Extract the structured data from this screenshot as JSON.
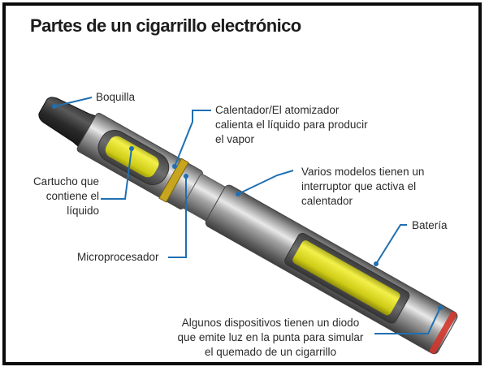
{
  "title": "Partes de un cigarrillo electrónico",
  "labels": {
    "boquilla": "Boquilla",
    "calentador": "Calentador/El atomizador\ncalienta el líquido para producir\nel vapor",
    "cartucho": "Cartucho que\ncontiene el\nlíquido",
    "interruptor": "Varios modelos tienen un\ninterruptor que activa el\ncalentador",
    "bateria": "Batería",
    "microprocesador": "Microprocesador",
    "diodo": "Algunos dispositivos tienen un diodo\nque emite luz en la punta para simular\nel quemado de un cigarrillo"
  },
  "colors": {
    "leader_line": "#1f6fb2",
    "liquid": "#d8d81e",
    "battery": "#e0df22",
    "steel": "#8c8c8c",
    "tip_glow": "#d2362c"
  }
}
